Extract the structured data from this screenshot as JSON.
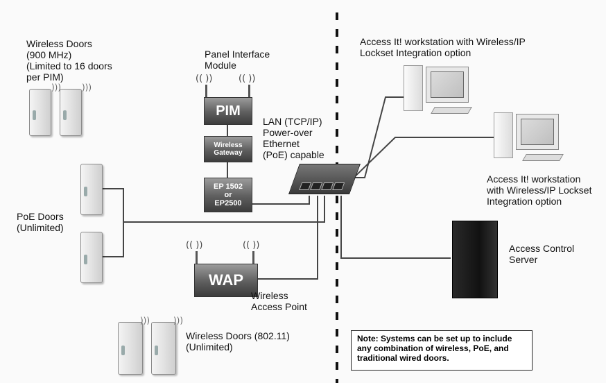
{
  "labels": {
    "wireless_doors_900": "Wireless Doors\n(900 MHz)\n(Limited to 16 doors\nper PIM)",
    "panel_interface_module": "Panel Interface\nModule",
    "lan": "LAN (TCP/IP)\nPower-over\nEthernet\n(PoE) capable",
    "workstation_1": "Access It! workstation with Wireless/IP\nLockset Integration option",
    "workstation_2": "Access It! workstation\nwith Wireless/IP Lockset\nIntegration option",
    "poe_doors": "PoE Doors\n(Unlimited)",
    "access_control_server": "Access Control\nServer",
    "wireless_access_point": "Wireless\nAccess Point",
    "wireless_doors_80211": "Wireless Doors (802.11)\n(Unlimited)"
  },
  "devices": {
    "pim": "PIM",
    "gateway": "Wireless\nGateway",
    "ep": "EP 1502\nor\nEP2500",
    "wap": "WAP"
  },
  "note": "Note: Systems can be set up to include any combination of wireless, PoE, and traditional wired doors."
}
